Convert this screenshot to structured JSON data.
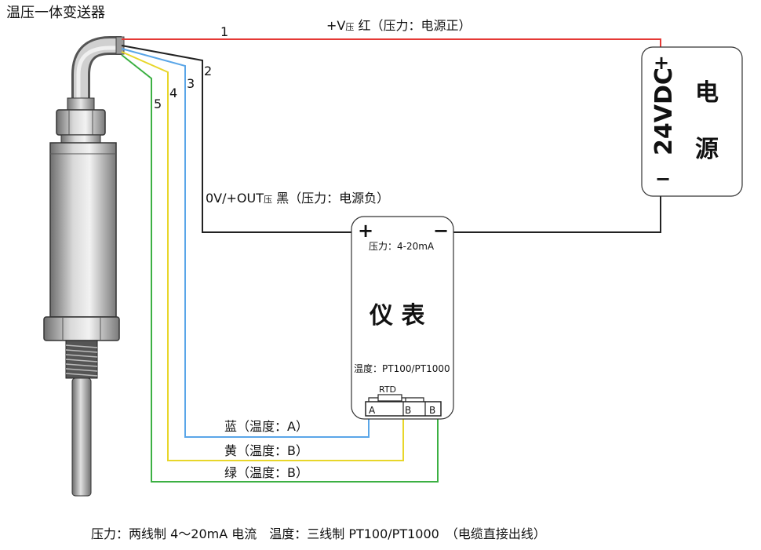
{
  "title": "温压一体变送器",
  "wires": {
    "red": {
      "num": "1",
      "color": "#e53935"
    },
    "black": {
      "num": "2",
      "color": "#222222"
    },
    "blue": {
      "num": "3",
      "color": "#5aa6e8"
    },
    "yellow": {
      "num": "4",
      "color": "#e8d62a"
    },
    "green": {
      "num": "5",
      "color": "#3cb043"
    }
  },
  "labels": {
    "red_a": "+V",
    "red_sub": "压",
    "red_b": " 红（压力：电源正）",
    "black_a": "0V/+OUT",
    "black_sub": "压",
    "black_b": " 黑（压力：电源负）",
    "blue": "蓝（温度：A）",
    "yellow": "黄（温度：B）",
    "green": "绿（温度：B）"
  },
  "power": {
    "plus": "+",
    "minus": "−",
    "voltage": "24VDC",
    "name1": "电",
    "name2": "源"
  },
  "meter": {
    "plus": "+",
    "minus": "−",
    "pressure_label": "压力：4-20mA",
    "name": "仪 表",
    "temp_label": "温度：PT100/PT1000",
    "rtd": "RTD",
    "term_a": "A",
    "term_b1": "B",
    "term_b2": "B"
  },
  "caption": "压力：两线制 4～20mA 电流　温度：三线制 PT100/PT1000　（电缆直接出线）"
}
